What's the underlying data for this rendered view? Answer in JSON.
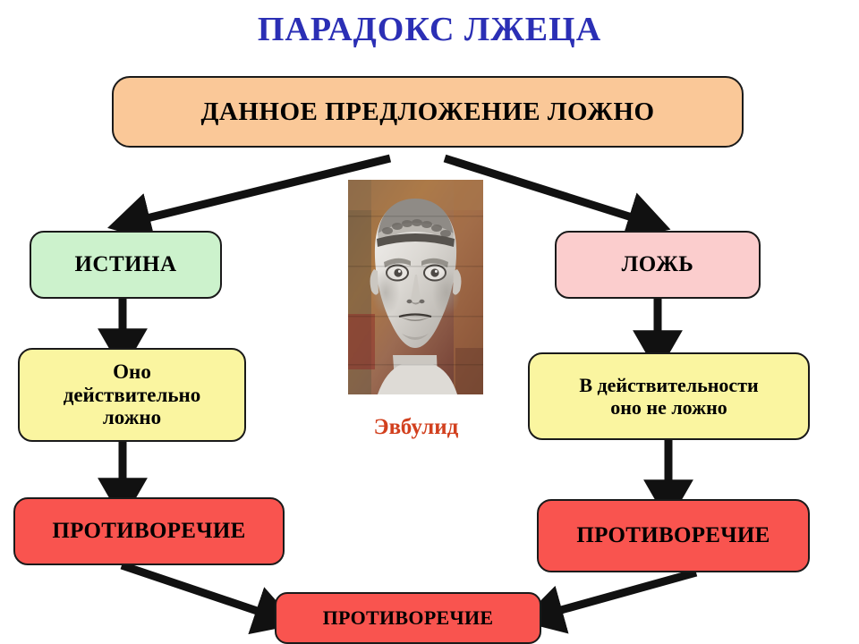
{
  "page": {
    "title": "ПАРАДОКС ЛЖЕЦА",
    "title_color": "#2B2FB5",
    "background": "#FFFFFF"
  },
  "diagram": {
    "statement": {
      "label": "ДАННОЕ ПРЕДЛОЖЕНИЕ ЛОЖНО",
      "color": "#FAC898"
    },
    "branch_true": {
      "label": "ИСТИНА",
      "color": "#CCF2CC"
    },
    "branch_false": {
      "label": "ЛОЖЬ",
      "color": "#FBCDCD"
    },
    "consequence_true": {
      "line1": "Оно",
      "line2": "действительно",
      "line3": "ложно",
      "color": "#FAF5A0"
    },
    "consequence_false": {
      "line1": "В действительности",
      "line2": "оно не ложно",
      "color": "#FAF5A0"
    },
    "contradiction_left": {
      "label": "ПРОТИВОРЕЧИЕ",
      "color": "#F9544F"
    },
    "contradiction_right": {
      "label": "ПРОТИВОРЕЧИЕ",
      "color": "#F9544F"
    },
    "contradiction_bottom": {
      "label": "ПРОТИВОРЕЧИЕ",
      "color": "#F9544F"
    }
  },
  "portrait": {
    "caption": "Эвбулид",
    "caption_color": "#D2401E",
    "subject": "marble-bust-portrait"
  },
  "arrows": {
    "split_left": "arrow-statement-to-true",
    "split_right": "arrow-statement-to-false",
    "true_down": "arrow-true-to-consequence",
    "false_down": "arrow-false-to-consequence",
    "consequence_left_down": "arrow-consequence-to-contradiction-left",
    "consequence_right_down": "arrow-consequence-to-contradiction-right",
    "merge_left": "arrow-contradiction-left-to-bottom",
    "merge_right": "arrow-contradiction-right-to-bottom"
  }
}
